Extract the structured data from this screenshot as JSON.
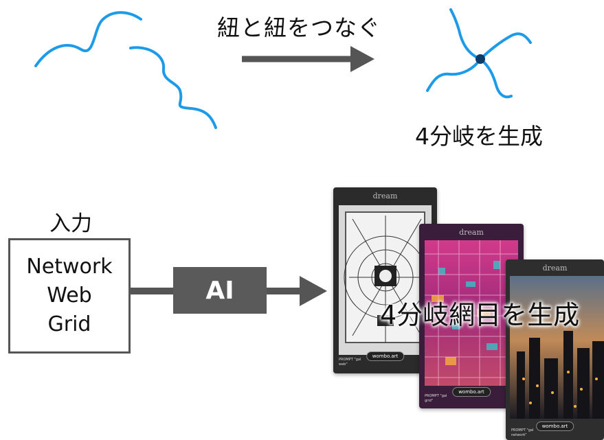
{
  "top": {
    "title": "紐と紐をつなぐ",
    "branch_label": "4分岐を生成"
  },
  "bottom": {
    "input_label": "入力",
    "input_words": [
      "Network",
      "Web",
      "Grid"
    ],
    "ai_label": "AI",
    "result_label": "4分岐網目を生成"
  },
  "cards": [
    {
      "header": "dream",
      "brand": "wombo.art",
      "prompt": "PROMPT \"gal web\""
    },
    {
      "header": "dream",
      "brand": "wombo.art",
      "prompt": "PROMPT \"gal grid\""
    },
    {
      "header": "dream",
      "brand": "wombo.art",
      "prompt": "PROMPT \"gal network\""
    }
  ],
  "colors": {
    "string": "#1e9be8",
    "knot": "#0d3a66",
    "arrow": "#555555",
    "box_border": "#555555",
    "ai_box": "#5a5a5a"
  }
}
